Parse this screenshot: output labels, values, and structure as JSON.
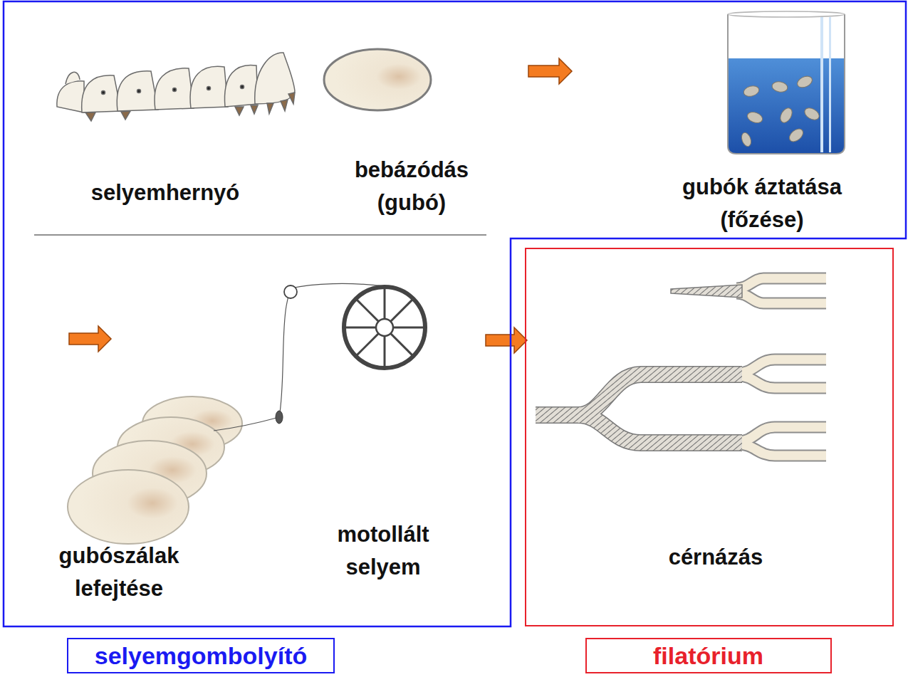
{
  "diagram": {
    "nodes": [
      {
        "text": [
          "selyemgombolyító"
        ]
      },
      {
        "text": [
          "filatórium"
        ]
      }
    ],
    "labels": [
      "selyemhernyó",
      "bebázódás (gubó)",
      "gubók áztatása (főzése)",
      "gubószálak lefejtése",
      "motollált selyem",
      "cérnázás"
    ]
  }
}
